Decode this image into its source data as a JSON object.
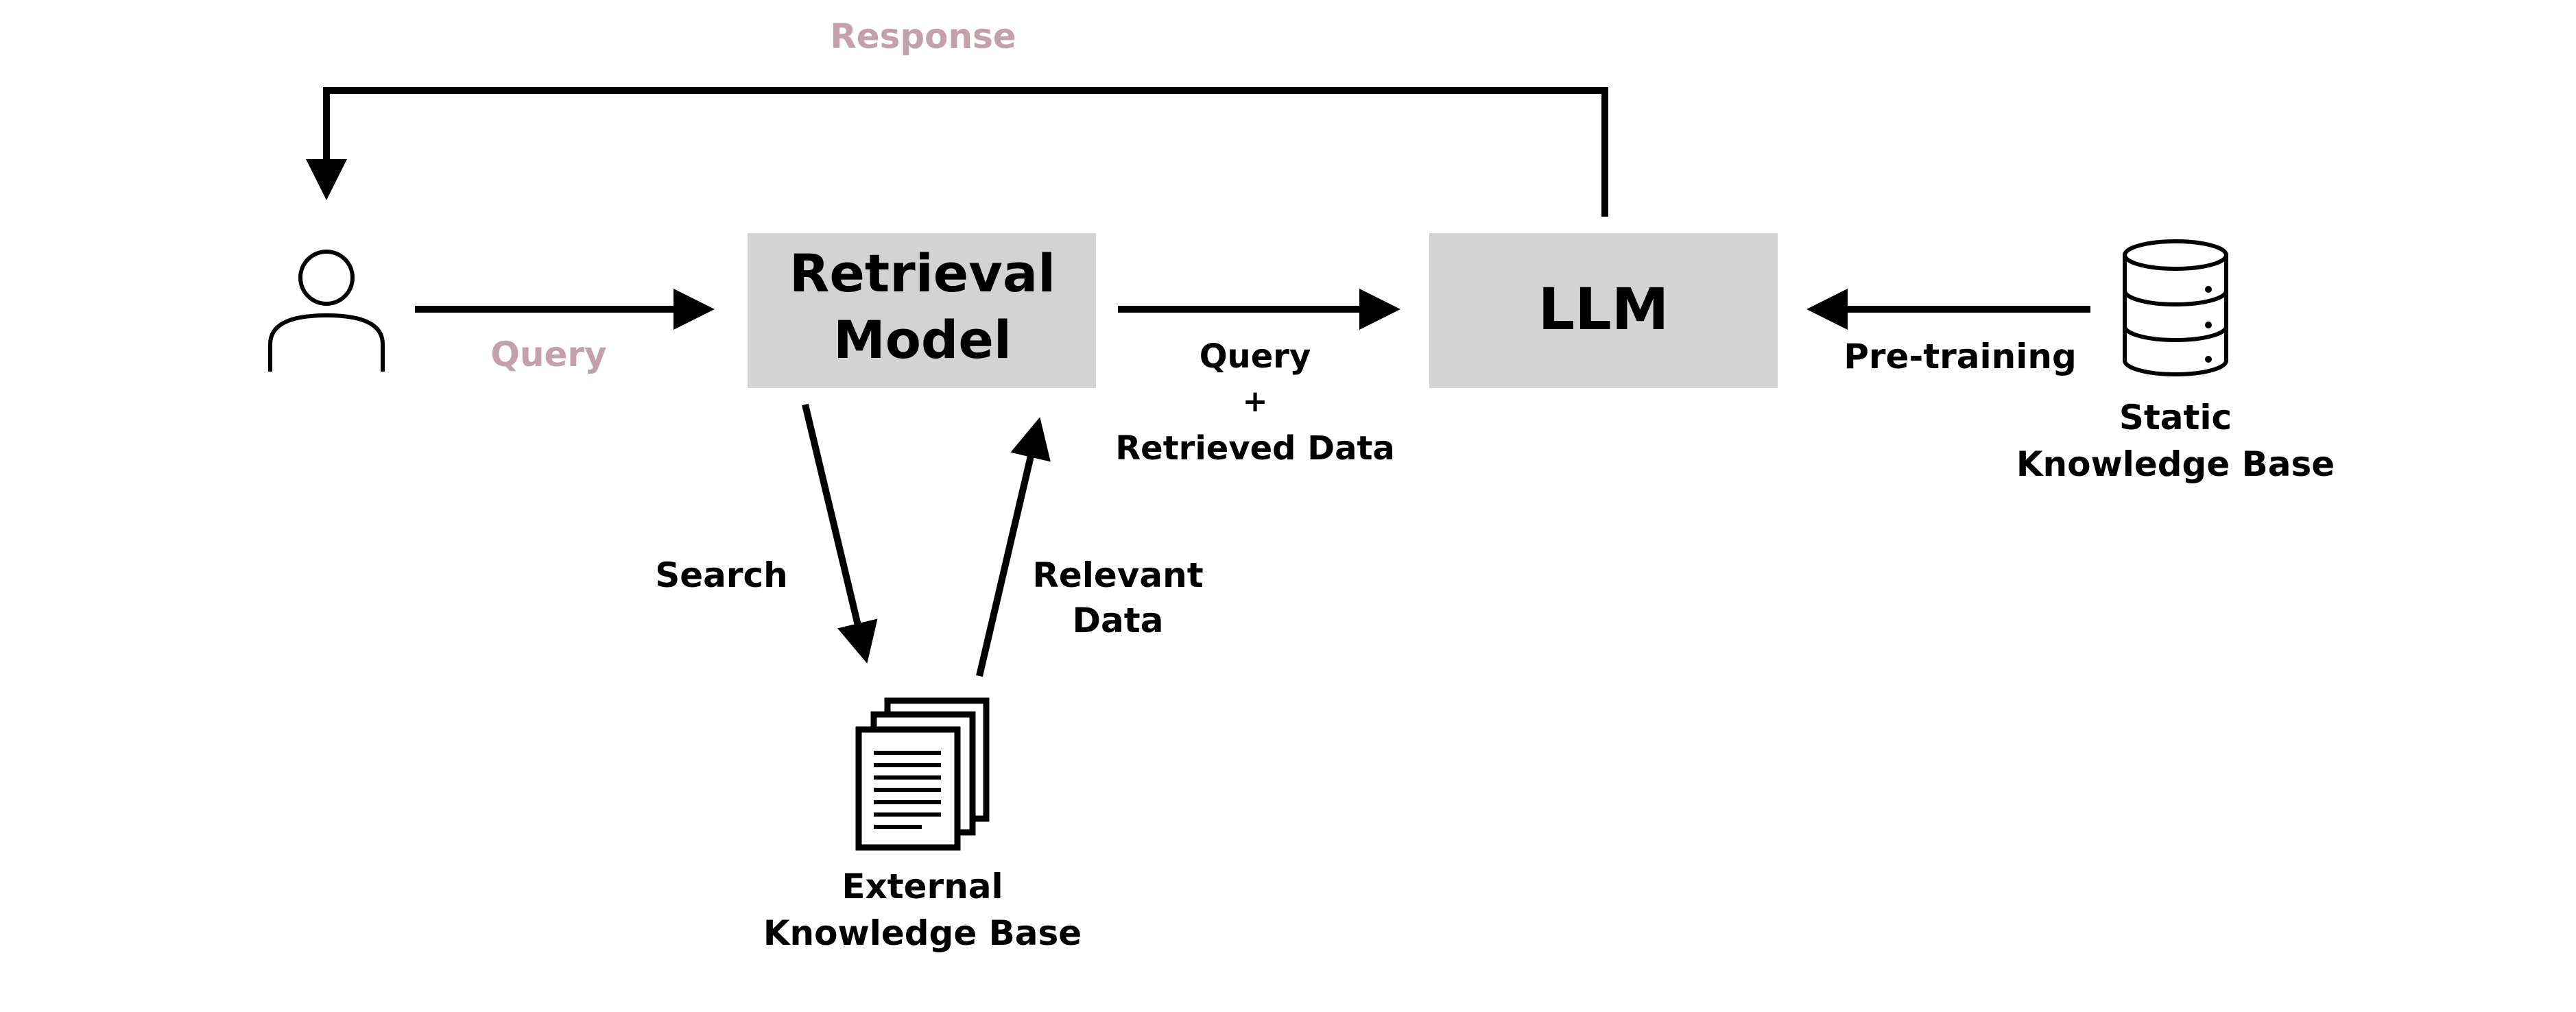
{
  "colors": {
    "accent_label": "#c4a0a8",
    "box_fill": "#d3d3d3",
    "stroke": "#000000",
    "text": "#000000"
  },
  "nodes": {
    "user": {
      "icon": "user-icon"
    },
    "retrieval_model": {
      "line1": "Retrieval",
      "line2": "Model"
    },
    "llm": {
      "label": "LLM"
    },
    "static_kb": {
      "icon": "database-icon",
      "line1": "Static",
      "line2": "Knowledge Base"
    },
    "external_kb": {
      "icon": "documents-icon",
      "line1": "External",
      "line2": "Knowledge Base"
    }
  },
  "edges": {
    "response": "Response",
    "query": "Query",
    "query_retrieved": {
      "line1": "Query",
      "line2": "+",
      "line3": "Retrieved Data"
    },
    "pretraining": "Pre-training",
    "search": "Search",
    "relevant_data": {
      "line1": "Relevant",
      "line2": "Data"
    }
  }
}
